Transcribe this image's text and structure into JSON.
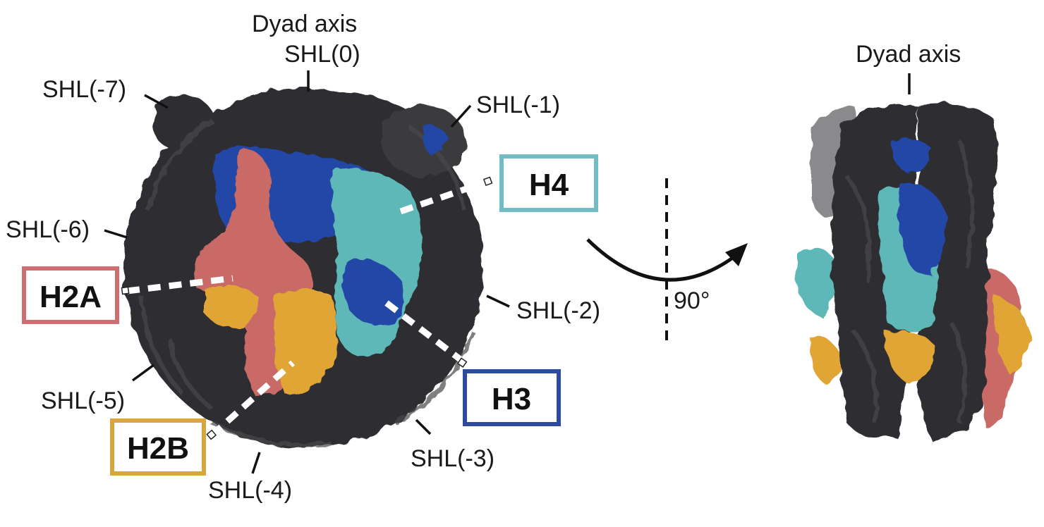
{
  "colors": {
    "dna": "#2e2e30",
    "dna_highlight": "#4a4a4c",
    "h2a": "#c96a66",
    "h2b": "#e0a535",
    "h3": "#2347a6",
    "h4": "#5fb8b8",
    "dyad_line": "#111111",
    "background": "#ffffff"
  },
  "front_view": {
    "dyad_label": "Dyad axis",
    "shl_labels": {
      "shl0": "SHL(0)",
      "shl_m1": "SHL(-1)",
      "shl_m2": "SHL(-2)",
      "shl_m3": "SHL(-3)",
      "shl_m4": "SHL(-4)",
      "shl_m5": "SHL(-5)",
      "shl_m6": "SHL(-6)",
      "shl_m7": "SHL(-7)"
    },
    "histone_boxes": {
      "h4": {
        "label": "H4",
        "color": "#74bcc4"
      },
      "h3": {
        "label": "H3",
        "color": "#2b4aa0"
      },
      "h2a": {
        "label": "H2A",
        "color": "#cf6e72"
      },
      "h2b": {
        "label": "H2B",
        "color": "#d9a63d"
      }
    }
  },
  "rotation": {
    "label": "90°"
  },
  "side_view": {
    "dyad_label": "Dyad axis"
  }
}
